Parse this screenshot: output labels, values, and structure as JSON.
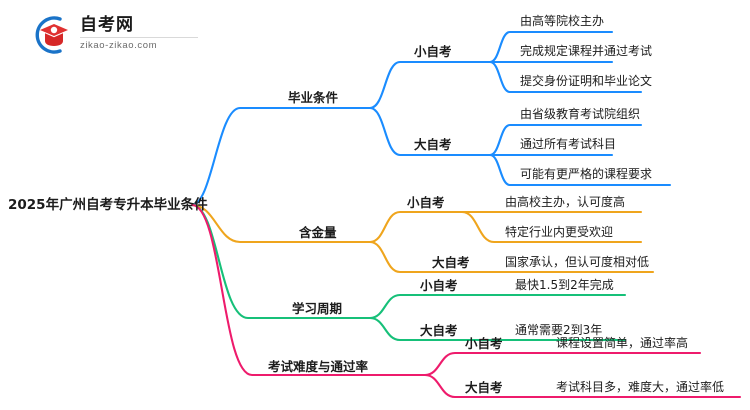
{
  "logo": {
    "title": "自考网",
    "subtitle": "zikao-zikao.com",
    "mark_icon": "graduation-cap-icon",
    "arc_color": "#1a73c8",
    "cap_color": "#e03131"
  },
  "mindmap": {
    "root": {
      "label": "2025年广州自考专升本毕业条件"
    },
    "colors": {
      "blue": "#1a8cff",
      "orange": "#efa51d",
      "green": "#16c079",
      "pink": "#ee1b6c"
    },
    "branches": [
      {
        "label": "毕业条件",
        "color": "#1a8cff",
        "color_name": "blue",
        "groups": [
          {
            "label": "小自考",
            "leaves": [
              "由高等院校主办",
              "完成规定课程并通过考试",
              "提交身份证明和毕业论文"
            ]
          },
          {
            "label": "大自考",
            "leaves": [
              "由省级教育考试院组织",
              "通过所有考试科目",
              "可能有更严格的课程要求"
            ]
          }
        ]
      },
      {
        "label": "含金量",
        "color": "#efa51d",
        "color_name": "orange",
        "groups": [
          {
            "label": "小自考",
            "leaves": [
              "由高校主办，认可度高",
              "特定行业内更受欢迎"
            ]
          },
          {
            "label": "大自考",
            "leaves": [
              "国家承认，但认可度相对低"
            ]
          }
        ]
      },
      {
        "label": "学习周期",
        "color": "#16c079",
        "color_name": "green",
        "groups": [
          {
            "label": "小自考",
            "leaves": [
              "最快1.5到2年完成"
            ]
          },
          {
            "label": "大自考",
            "leaves": [
              "通常需要2到3年"
            ]
          }
        ]
      },
      {
        "label": "考试难度与通过率",
        "color": "#ee1b6c",
        "color_name": "pink",
        "groups": [
          {
            "label": "小自考",
            "leaves": [
              "课程设置简单，通过率高"
            ]
          },
          {
            "label": "大自考",
            "leaves": [
              "考试科目多，难度大，通过率低"
            ]
          }
        ]
      }
    ]
  }
}
